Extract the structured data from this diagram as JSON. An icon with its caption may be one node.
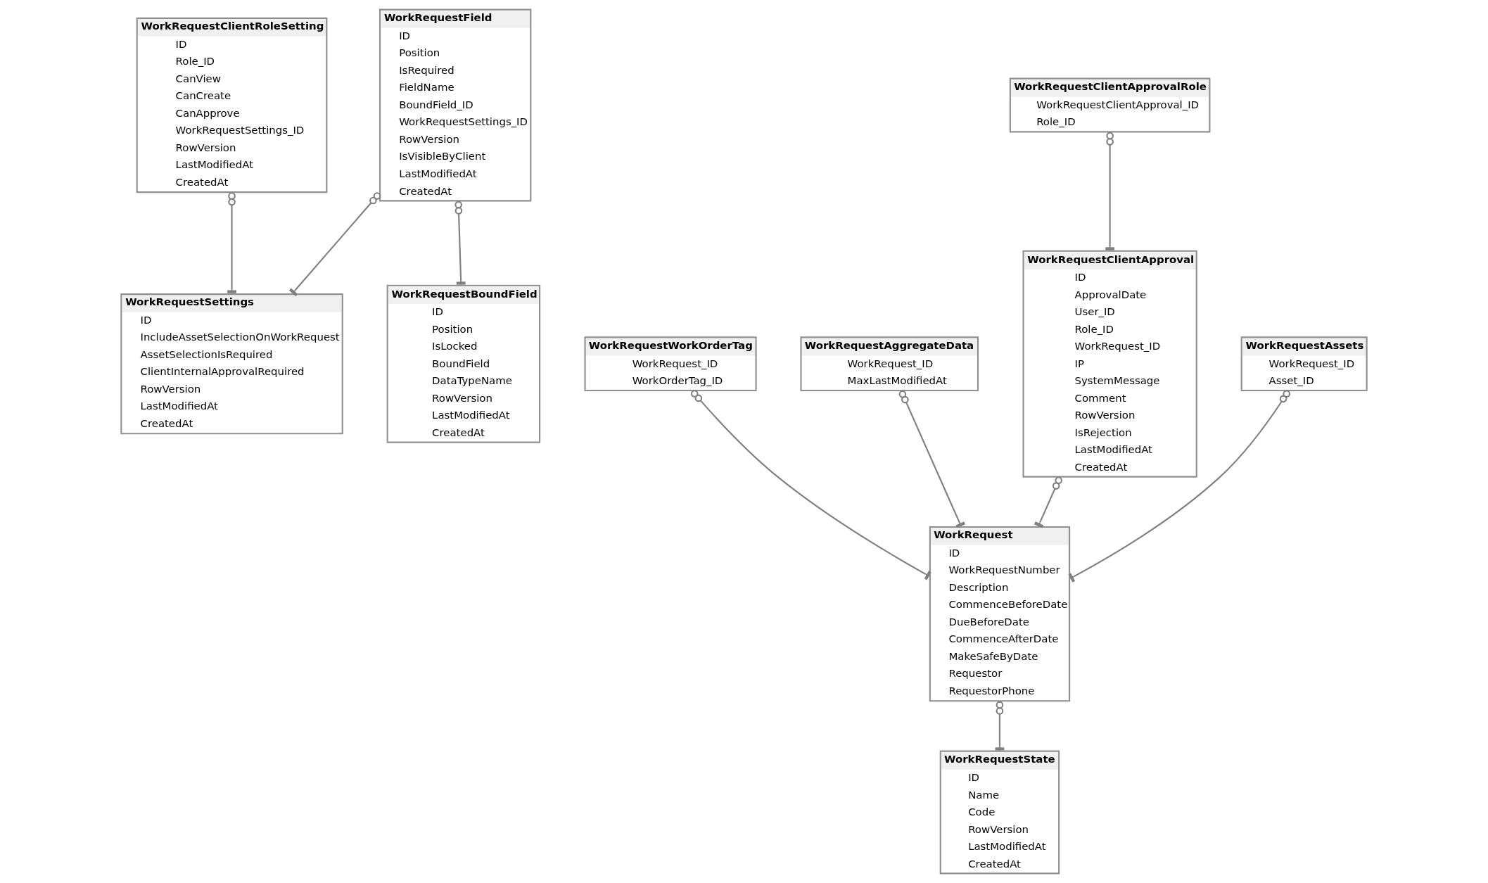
{
  "diagram": {
    "nodes": [
      {
        "text": [
          "WorkRequestClientRoleSetting",
          "ID",
          "Role_ID",
          "CanView",
          "CanCreate",
          "CanApprove",
          "WorkRequestSettings_ID",
          "RowVersion",
          "LastModifiedAt",
          "CreatedAt"
        ]
      },
      {
        "text": [
          "WorkRequestWorkOrderTag",
          "WorkRequest_ID",
          "WorkOrderTag_ID"
        ]
      },
      {
        "text": [
          "WorkRequest",
          "ID",
          "WorkRequestNumber",
          "Description",
          "CommenceBeforeDate",
          "DueBeforeDate",
          "CommenceAfterDate",
          "MakeSafeByDate",
          "Requestor",
          "RequestorPhone"
        ]
      },
      {
        "text": [
          "WorkRequestField",
          "ID",
          "Position",
          "IsRequired",
          "FieldName",
          "BoundField_ID",
          "WorkRequestSettings_ID",
          "RowVersion",
          "IsVisibleByClient",
          "LastModifiedAt",
          "CreatedAt"
        ]
      },
      {
        "text": [
          "WorkRequestSettings",
          "ID",
          "IncludeAssetSelectionOnWorkRequest",
          "AssetSelectionIsRequired",
          "ClientInternalApprovalRequired",
          "RowVersion",
          "LastModifiedAt",
          "CreatedAt"
        ]
      },
      {
        "text": [
          "WorkRequestAggregateData",
          "WorkRequest_ID",
          "MaxLastModifiedAt"
        ]
      },
      {
        "text": [
          "WorkRequestClientApproval",
          "ID",
          "ApprovalDate",
          "User_ID",
          "Role_ID",
          "WorkRequest_ID",
          "IP",
          "SystemMessage",
          "Comment",
          "RowVersion",
          "IsRejection",
          "LastModifiedAt",
          "CreatedAt"
        ]
      },
      {
        "text": [
          "WorkRequestBoundField",
          "ID",
          "Position",
          "IsLocked",
          "BoundField",
          "DataTypeName",
          "RowVersion",
          "LastModifiedAt",
          "CreatedAt"
        ]
      },
      {
        "text": [
          "WorkRequestState",
          "ID",
          "Name",
          "Code",
          "RowVersion",
          "LastModifiedAt",
          "CreatedAt"
        ]
      },
      {
        "text": [
          "WorkRequestAssets",
          "WorkRequest_ID",
          "Asset_ID"
        ]
      },
      {
        "text": [
          "WorkRequestClientApprovalRole",
          "WorkRequestClientApproval_ID",
          "Role_ID"
        ]
      }
    ],
    "edges": [
      {
        "from": 3,
        "to": 4,
        "arrow": "other"
      },
      {
        "from": 0,
        "to": 4,
        "arrow": "other"
      },
      {
        "from": 3,
        "to": 7,
        "arrow": "other"
      },
      {
        "from": 1,
        "to": 2,
        "arrow": "other"
      },
      {
        "from": 5,
        "to": 2,
        "arrow": "other"
      },
      {
        "from": 2,
        "to": 8,
        "arrow": "other"
      },
      {
        "from": 6,
        "to": 2,
        "arrow": "other"
      },
      {
        "from": 9,
        "to": 2,
        "arrow": "other"
      },
      {
        "from": 10,
        "to": 6,
        "arrow": "other"
      }
    ]
  }
}
